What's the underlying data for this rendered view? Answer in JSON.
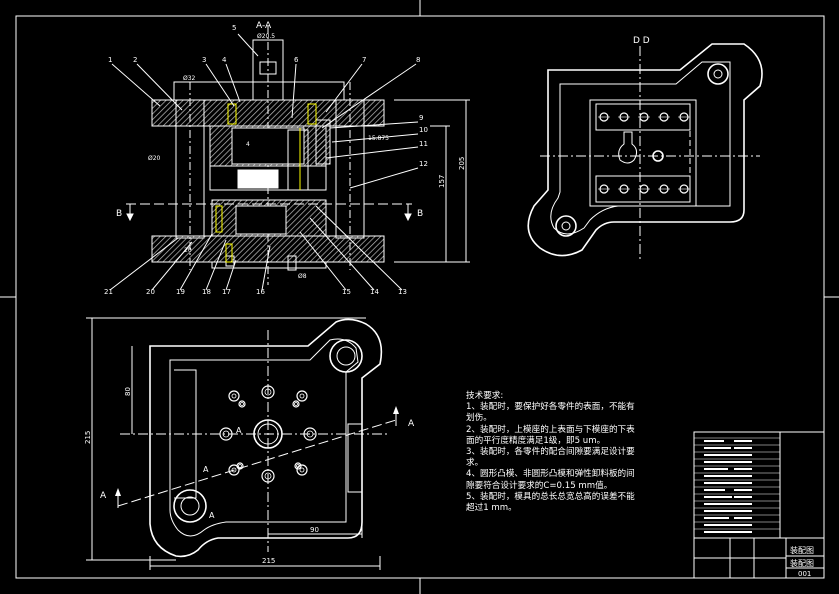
{
  "colors": {
    "background": "#000000",
    "line": "#ffffff",
    "accent": "#ffff00",
    "dimension": "#ffffff",
    "hatch": "#c8c8c8"
  },
  "section_main": {
    "title": "A-A",
    "part_numbers_top": [
      "5",
      "1",
      "2",
      "3",
      "4",
      "6",
      "7",
      "8"
    ],
    "part_numbers_right": [
      "9",
      "10",
      "11",
      "12"
    ],
    "part_numbers_bottom": [
      "21",
      "20",
      "19",
      "18",
      "17",
      "16",
      "15",
      "14",
      "13"
    ],
    "dims": {
      "d_top": "Ø20.5",
      "d_32": "Ø32",
      "d_20": "Ø20",
      "d_8": "Ø8",
      "d_20b": "20",
      "d_4": "4",
      "d_15": "15.875",
      "h_205": "205",
      "h_157": "157"
    },
    "section_mark": "B"
  },
  "section_dd": {
    "title": "D  D"
  },
  "plan_view": {
    "dims": {
      "w_215": "215",
      "w_90": "90",
      "h_215": "215",
      "h_80": "80"
    },
    "section_mark": "A"
  },
  "notes": {
    "heading": "技术要求:",
    "lines": [
      "1、装配时，要保护好各零件的表面，不能有划伤。",
      "2、装配时，上模座的上表面与下模座的下表面的平行度精度满足1级，即5 um。",
      "3、装配时，各零件的配合间隙要满足设计要求。",
      "4、圆形凸模、非圆形凸模和弹性卸料板的间隙要符合设计要求的C=0.15 mm值。",
      "5、装配时，模具的总长总宽总高的误差不能超过1 mm。"
    ]
  },
  "title_block": {
    "name1": "装配图",
    "name2": "装配图",
    "number": "001"
  }
}
